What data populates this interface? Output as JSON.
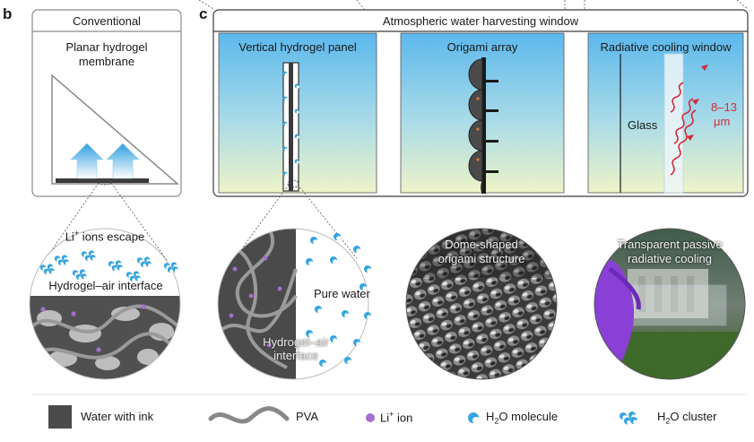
{
  "panel_b": {
    "letter": "b",
    "header": "Conventional",
    "title_line1": "Planar hydrogel",
    "title_line2": "membrane"
  },
  "panel_c": {
    "letter": "c",
    "header": "Atmospheric water harvesting window",
    "sections": {
      "vertical": "Vertical hydrogel panel",
      "origami": "Origami array",
      "radiative": "Radiative cooling window"
    },
    "glass_label": "Glass",
    "wavelength_line1": "8–13",
    "wavelength_line2": "μm"
  },
  "circles": {
    "c1_top_pre": "Li",
    "c1_top_sup": "+",
    "c1_top_post": " ions escape",
    "c1_interface": "Hydrogel–air interface",
    "c2_pure_water": "Pure water",
    "c2_interface_line1": "Hydrogel–air",
    "c2_interface_line2": "interface",
    "c3_line1": "Dome-shaped",
    "c3_line2": "origami structure",
    "c4_line1": "Transparent passive",
    "c4_line2": "radiative cooling"
  },
  "legend": {
    "ink": "Water with ink",
    "pva": "PVA",
    "li_ion_pre": "Li",
    "li_ion_sup": "+",
    "li_ion_post": " ion",
    "h2o_molecule_pre": "H",
    "h2o_molecule_sub": "2",
    "h2o_molecule_post": "O molecule",
    "h2o_cluster_pre": "H",
    "h2o_cluster_sub": "2",
    "h2o_cluster_post": "O cluster"
  },
  "colors": {
    "sky_top": "#5cb8ec",
    "sky_bottom": "#eef3c8",
    "arrow_blue": "#3aa6e0",
    "red_wave": "#d42a3a",
    "li_purple": "#a46fd0",
    "hydrogel_dark": "#3d3d3d"
  }
}
